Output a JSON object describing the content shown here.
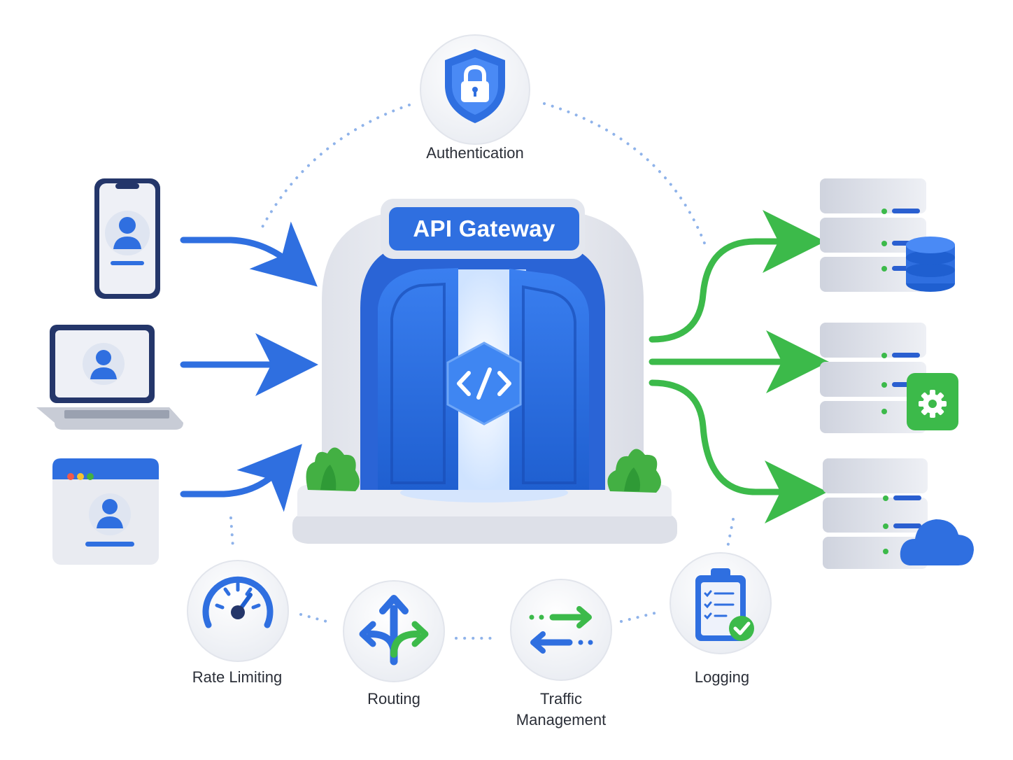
{
  "gateway": {
    "title": "API Gateway"
  },
  "features": {
    "authentication": "Authentication",
    "rate_limiting": "Rate Limiting",
    "routing": "Routing",
    "traffic_management": "Traffic Management",
    "logging": "Logging"
  },
  "clients": [
    {
      "icon": "smartphone-user-icon"
    },
    {
      "icon": "laptop-user-icon"
    },
    {
      "icon": "browser-window-user-icon"
    }
  ],
  "services": [
    {
      "icon": "server-database-icon"
    },
    {
      "icon": "server-settings-icon"
    },
    {
      "icon": "server-cloud-icon"
    }
  ],
  "colors": {
    "gateway_blue": "#2f6fe0",
    "client_arrow_blue": "#2f6fe0",
    "service_arrow_green": "#3cba4a",
    "dots": "#8fb3ea",
    "arch_gray": "#e6e8ee"
  }
}
